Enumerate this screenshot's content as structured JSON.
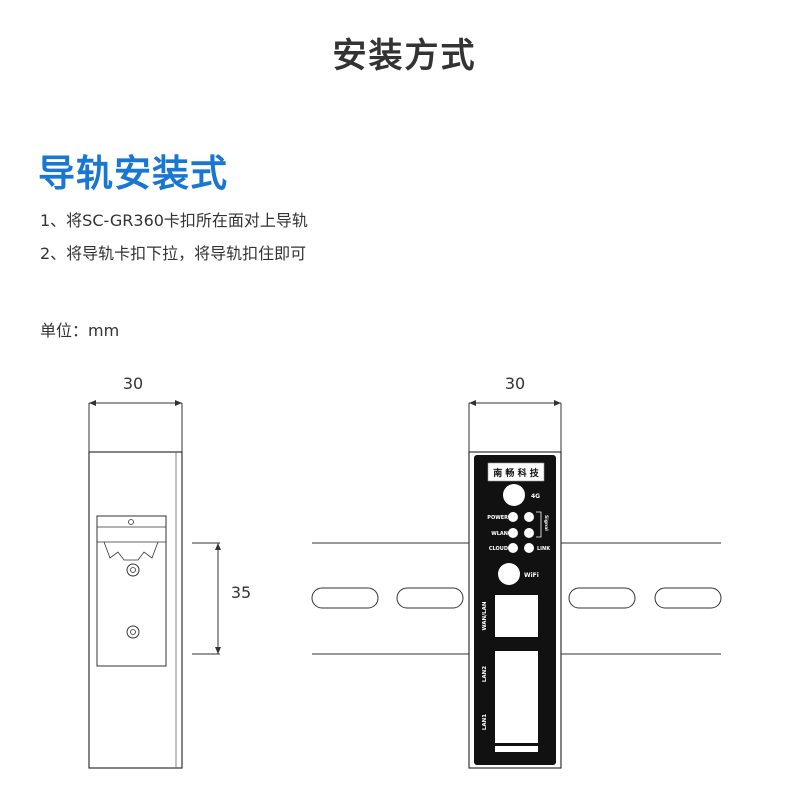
{
  "page": {
    "title": "安装方式",
    "section_title": "导轨安装式",
    "steps": [
      "1、将SC-GR360卡扣所在面对上导轨",
      "2、将导轨卡扣下拉，将导轨扣住即可"
    ],
    "unit_label": "单位：mm"
  },
  "side_view": {
    "width_dim": "30",
    "rail_dim": "35"
  },
  "front_view": {
    "width_dim": "30",
    "brand": "南 畅 科 技",
    "labels": {
      "4g": "4G",
      "power": "POWER",
      "wlan": "WLAN",
      "cloud": "CLOUD",
      "link": "LINK",
      "wifi": "WiFi",
      "wan_lan": "WAN/LAN",
      "lan2": "LAN2",
      "lan1": "LAN1",
      "signal": "Signal"
    }
  }
}
